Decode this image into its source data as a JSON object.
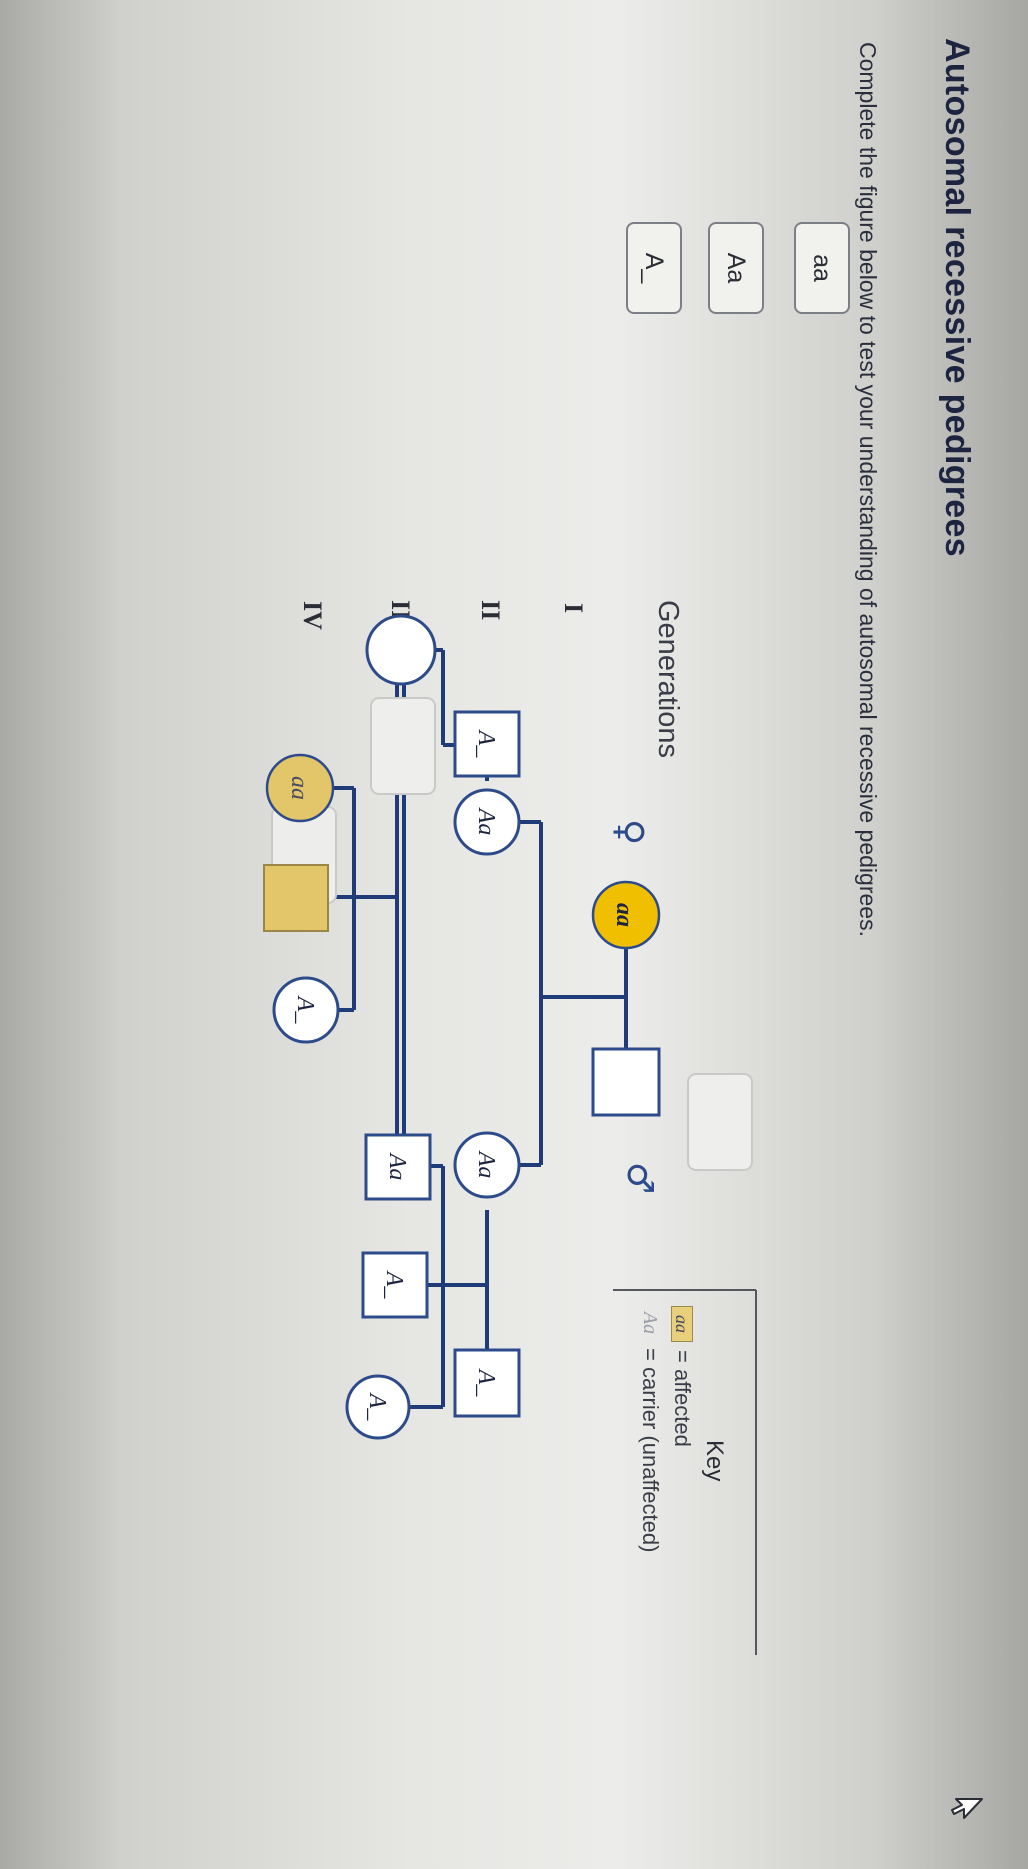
{
  "title": "Autosomal recessive pedigrees",
  "subtitle": "Complete the figure below to test your understanding of autosomal recessive pedigrees.",
  "answer_chips": [
    "aa",
    "Aa",
    "A_"
  ],
  "generations_heading": "Generations",
  "generation_labels": [
    "I",
    "II",
    "III",
    "IV"
  ],
  "symbols": {
    "female": "♀",
    "male": "♂"
  },
  "individuals": {
    "i_female": "aa",
    "i_male": "",
    "ii_male_left": "A_",
    "ii_female_left": "Aa",
    "ii_female_right": "Aa",
    "ii_male_right": "A_",
    "iii_female": "",
    "iii_male_mid": "Aa",
    "iii_male_right": "A_",
    "iii_female_right": "A_",
    "iv_female": "aa",
    "iv_male": "",
    "iv_female_right": "A_"
  },
  "key": {
    "title": "Key",
    "affected_symbol": "aa",
    "affected_label": "= affected",
    "carrier_symbol": "Aa",
    "carrier_label": "= carrier (unaffected)"
  },
  "colors": {
    "line": "#1f3b78",
    "affected_fill": "#e3c56a",
    "affected_strong": "#f0c000",
    "symbol_stroke": "#2d4b8a"
  }
}
